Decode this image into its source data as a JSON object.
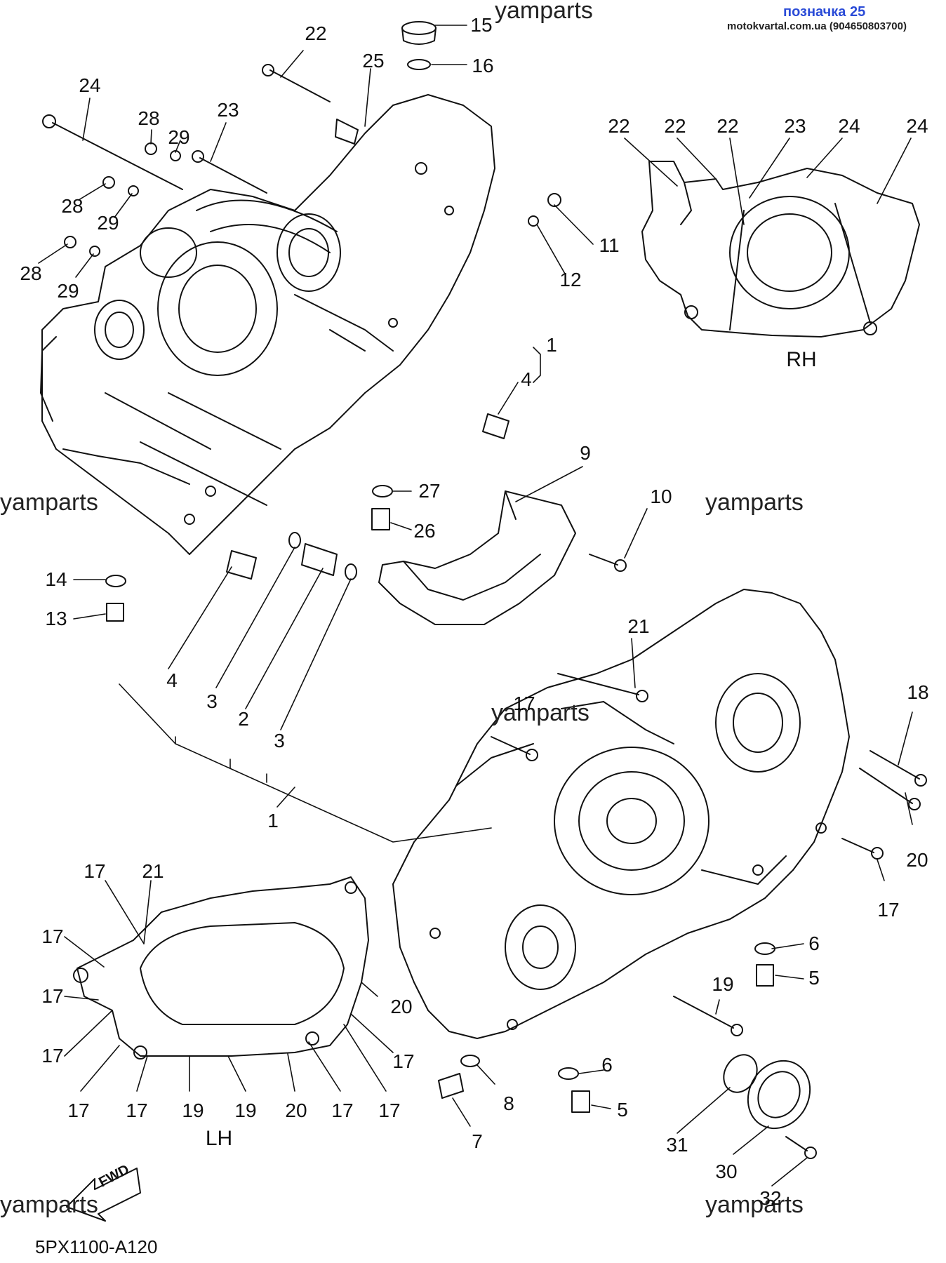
{
  "header": {
    "badge": "позначка 25",
    "source": "motokvartal.com.ua (904650803700)"
  },
  "watermarks": [
    "yamparts",
    "yamparts",
    "yamparts",
    "yamparts",
    "yamparts",
    "yamparts"
  ],
  "diagram_code": "5PX1100-A120",
  "views": {
    "rh": "RH",
    "lh": "LH",
    "fwd": "FWD"
  },
  "callouts": [
    "22",
    "25",
    "15",
    "16",
    "24",
    "28",
    "29",
    "23",
    "28",
    "29",
    "28",
    "29",
    "11",
    "12",
    "1",
    "4",
    "9",
    "10",
    "27",
    "26",
    "14",
    "13",
    "4",
    "3",
    "2",
    "3",
    "1",
    "22",
    "22",
    "22",
    "23",
    "24",
    "24",
    "21",
    "17",
    "18",
    "20",
    "17",
    "6",
    "5",
    "19",
    "6",
    "8",
    "5",
    "7",
    "31",
    "30",
    "32",
    "17",
    "21",
    "17",
    "17",
    "17",
    "20",
    "17",
    "17",
    "17",
    "19",
    "19",
    "20",
    "17",
    "17"
  ]
}
